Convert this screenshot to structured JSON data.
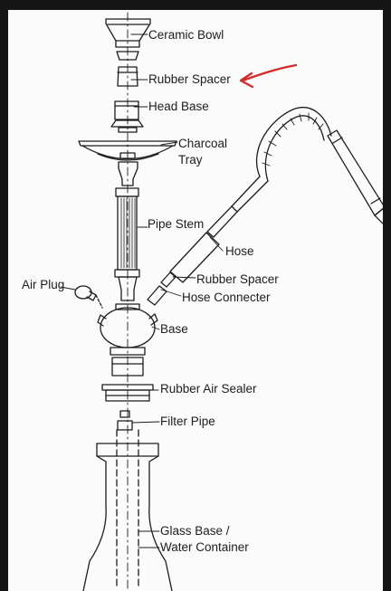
{
  "diagram": {
    "labels": {
      "ceramic_bowl": "Ceramic Bowl",
      "rubber_spacer_top": "Rubber Spacer",
      "head_base": "Head Base",
      "charcoal_tray": "Charcoal\nTray",
      "pipe_stem": "Pipe Stem",
      "hose": "Hose",
      "rubber_spacer_hose": "Rubber Spacer",
      "air_plug": "Air Plug",
      "hose_connecter": "Hose Connecter",
      "base": "Base",
      "rubber_air_sealer": "Rubber Air Sealer",
      "filter_pipe": "Filter Pipe",
      "glass_base": "Glass Base /\nWater Container"
    },
    "colors": {
      "frame": "#151515",
      "sheet": "#fbfbfb",
      "ink": "#1d1d1d",
      "annotation_arrow": "#d42a2a"
    },
    "annotation": "red-arrow-pointing-at-rubber-spacer"
  }
}
